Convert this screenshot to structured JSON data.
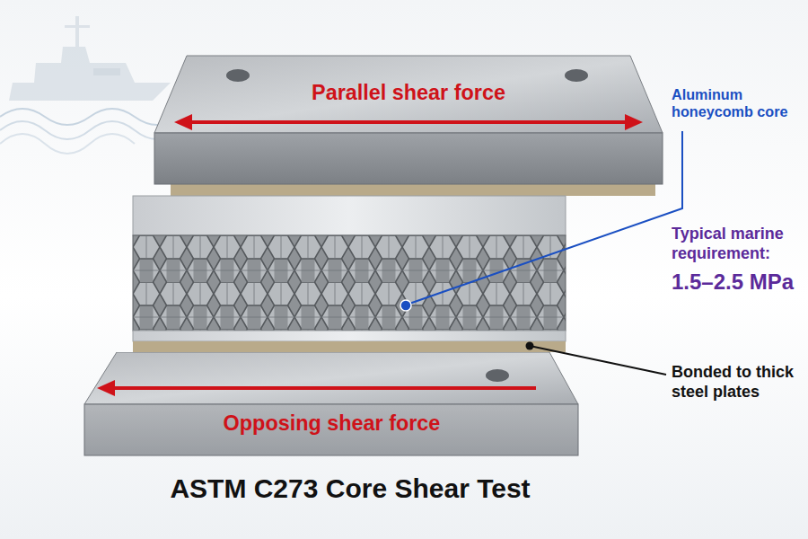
{
  "diagram": {
    "title": "ASTM C273 Core Shear Test",
    "nodes": [
      {
        "text": [
          "Parallel shear force"
        ]
      },
      {
        "text": [
          "Opposing shear force"
        ]
      }
    ],
    "labels": [
      "Aluminum honeycomb core",
      "Typical marine requirement:",
      "1.5–2.5 MPa",
      "Bonded to thick steel plates"
    ]
  }
}
